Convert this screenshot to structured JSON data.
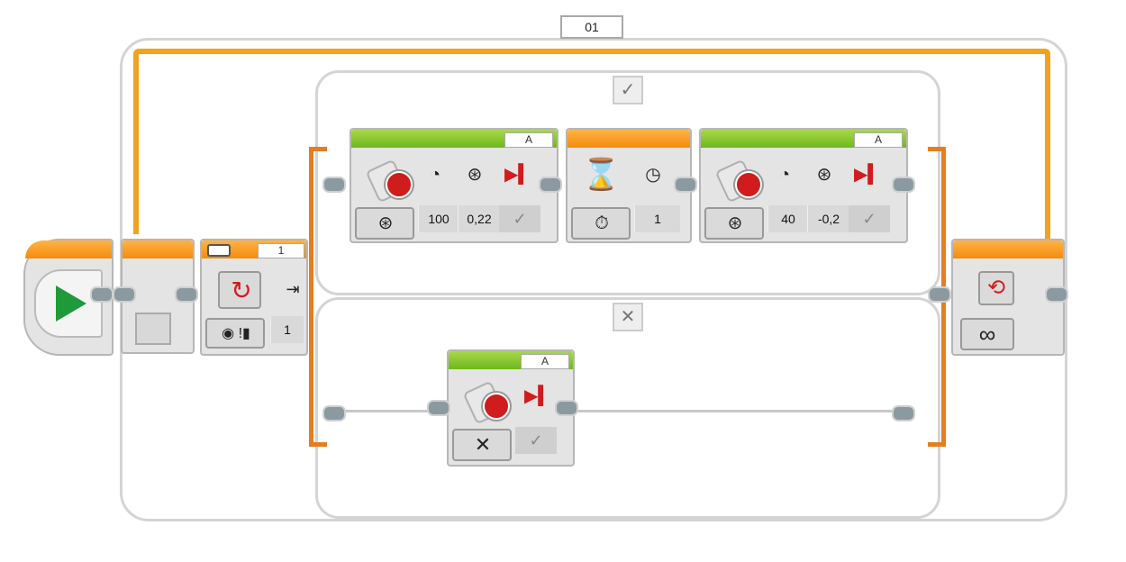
{
  "loop": {
    "name": "01",
    "count_symbol": "∞"
  },
  "switch": {
    "case_true_icon": "✓",
    "case_false_icon": "✕",
    "port": "1",
    "port_value": "1"
  },
  "blocks": {
    "motor1": {
      "port": "A",
      "power": "100",
      "rotations": "0,22",
      "brake": "✓"
    },
    "wait": {
      "time": "1"
    },
    "motor2": {
      "port": "A",
      "power": "40",
      "rotations": "-0,2",
      "brake": "✓"
    },
    "motor3": {
      "port": "A",
      "mode_icon": "✕",
      "brake": "✓"
    }
  },
  "colors": {
    "loop_orange": "#f3a21b",
    "switch_orange": "#e67d1e",
    "action_green": "#6db81e",
    "flow_orange": "#f28c0d",
    "start_green": "#1f9a3a",
    "motor_red": "#d01c1c"
  }
}
